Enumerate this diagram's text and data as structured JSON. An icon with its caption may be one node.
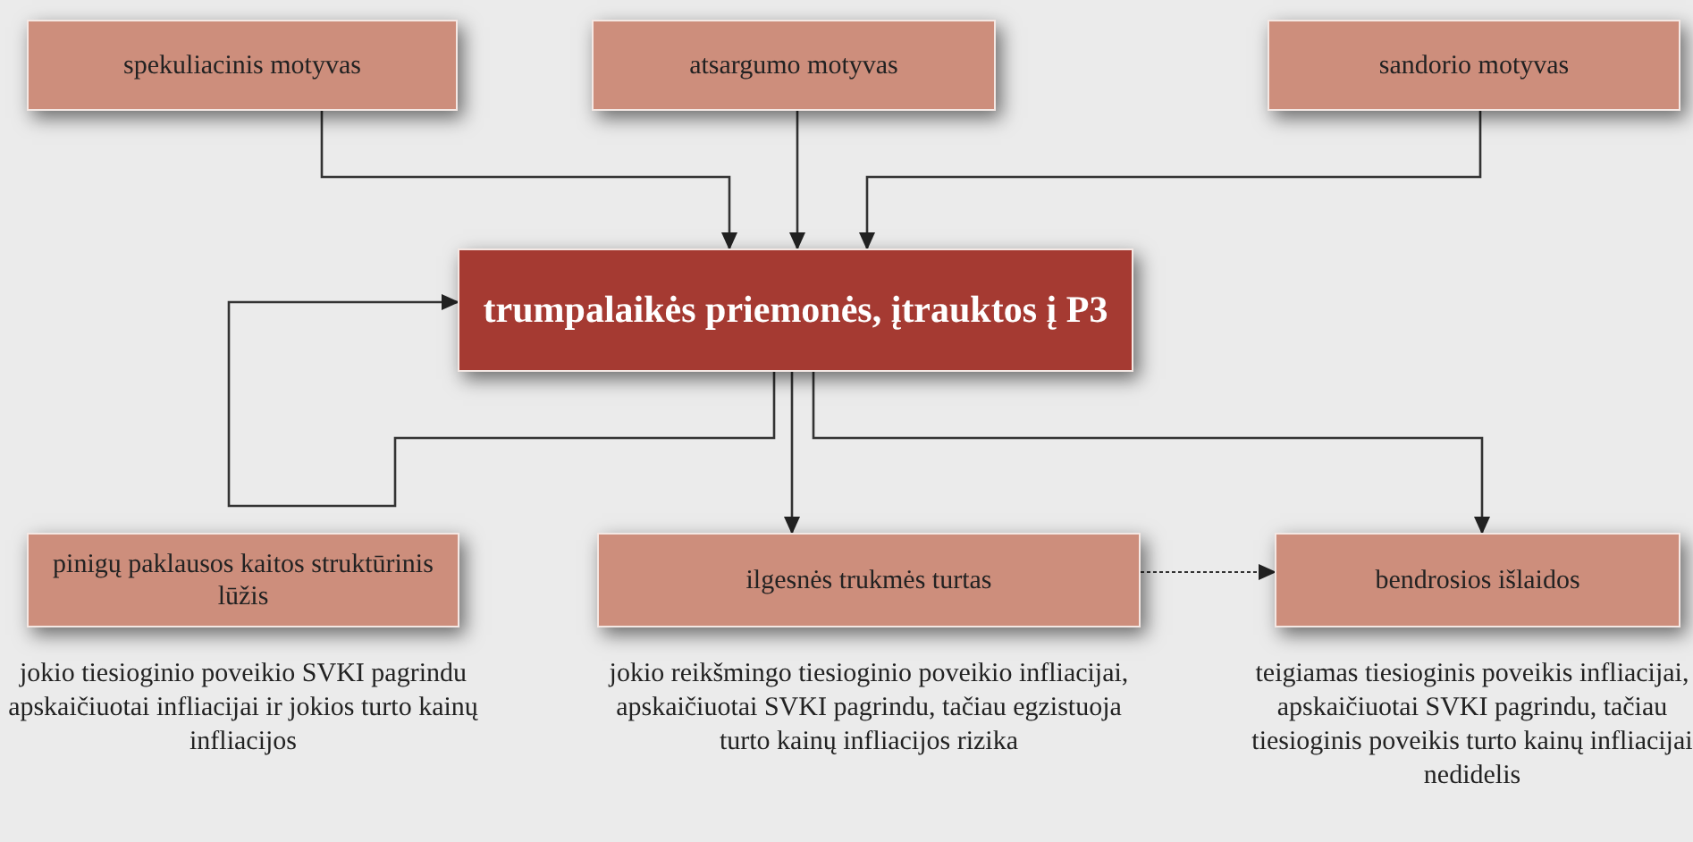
{
  "diagram": {
    "nodes": [
      {
        "text": [
          "spekuliacinis motyvas"
        ]
      },
      {
        "text": [
          "atsargumo motyvas"
        ]
      },
      {
        "text": [
          "sandorio motyvas"
        ]
      },
      {
        "text": [
          "trumpalaikės priemonės, įtrauktos į P3"
        ]
      },
      {
        "text": [
          "pinigų paklausos kaitos struktūrinis lūžis"
        ],
        "beside": [
          "jokio tiesioginio poveikio SVKI pagrindu apskaičiuotai infliacijai ir jokios turto kainų infliacijos"
        ]
      },
      {
        "text": [
          "ilgesnės trukmės turtas"
        ],
        "beside": [
          "jokio reikšmingo tiesioginio poveikio infliacijai, apskaičiuotai SVKI pagrindu, tačiau egzistuoja turto kainų infliacijos rizika"
        ]
      },
      {
        "text": [
          "bendrosios išlaidos"
        ],
        "beside": [
          "teigiamas tiesioginis poveikis infliacijai, apskaičiuotai SVKI pagrindu, tačiau tiesioginis poveikis turto kainų infliacijai nedidelis"
        ]
      }
    ],
    "edges": [
      {
        "from": 0,
        "to": 3,
        "arrow": "to"
      },
      {
        "from": 1,
        "to": 3,
        "arrow": "to"
      },
      {
        "from": 2,
        "to": 3,
        "arrow": "to"
      },
      {
        "from": 3,
        "to": 3,
        "arrow": "to"
      },
      {
        "from": 3,
        "to": 5,
        "arrow": "to"
      },
      {
        "from": 3,
        "to": 6,
        "arrow": "to"
      },
      {
        "from": 5,
        "to": 6,
        "arrow": "to",
        "style": "dashed"
      }
    ]
  }
}
